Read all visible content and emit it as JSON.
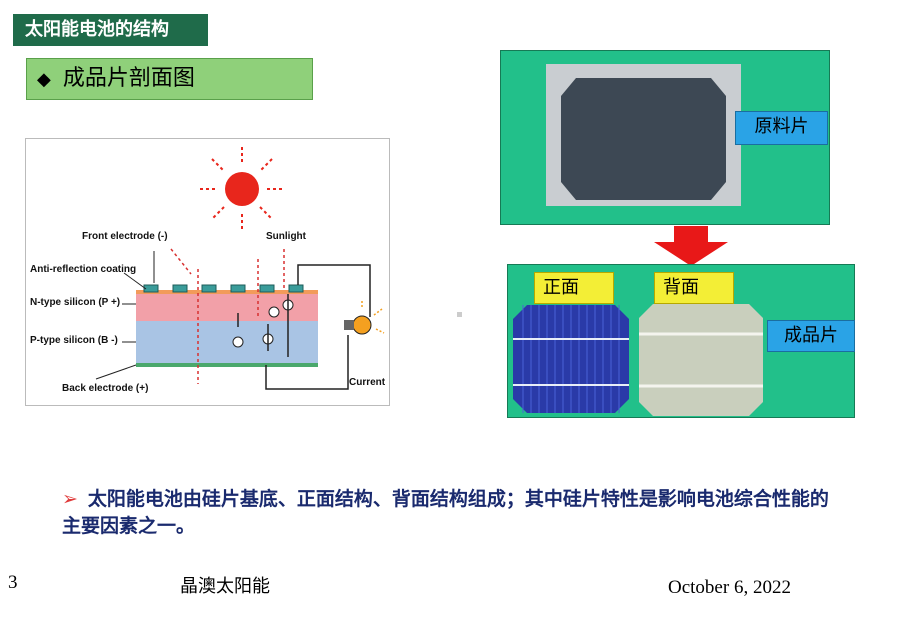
{
  "header": {
    "title": "太阳能电池的结构"
  },
  "section": {
    "bullet": "◆",
    "subtitle": "成品片剖面图"
  },
  "diagram": {
    "labels": {
      "front_electrode": "Front electrode (-)",
      "sunlight": "Sunlight",
      "anti_reflection": "Anti-reflection coating",
      "n_type": "N-type silicon (P +)",
      "p_type": "P-type silicon (B -)",
      "back_electrode": "Back electrode (+)",
      "current": "Current"
    },
    "colors": {
      "sun": "#e8261c",
      "n_layer": "#f2a0a8",
      "p_layer": "#a9c4e4",
      "top_strip": "#f29b5a",
      "back_strip": "#4aa86c"
    }
  },
  "raw_wafer": {
    "label": "原料片"
  },
  "finished": {
    "front_label": "正面",
    "back_label": "背面",
    "product_label": "成品片"
  },
  "note": {
    "arrow": "➢",
    "text": "太阳能电池由硅片基底、正面结构、背面结构组成；其中硅片特性是影响电池综合性能的主要因素之一。"
  },
  "footer": {
    "page": "3",
    "company": "晶澳太阳能",
    "date": "October 6, 2022"
  }
}
